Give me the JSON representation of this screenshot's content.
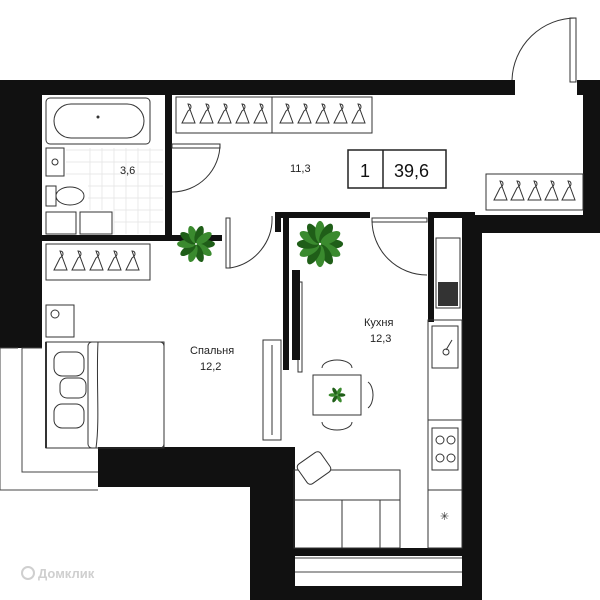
{
  "rooms": {
    "bathroom": {
      "area": "3,6"
    },
    "hallway": {
      "area": "11,3"
    },
    "bedroom": {
      "name": "Спальня",
      "area": "12,2"
    },
    "kitchen": {
      "name": "Кухня",
      "area": "12,3"
    }
  },
  "apartment": {
    "rooms_count": "1",
    "total_area": "39,6"
  },
  "watermark": "Домклик",
  "colors": {
    "wall": "#111111",
    "furniture_stroke": "#333333",
    "plant": "#3a8a2e",
    "plant_dark": "#1f5e18"
  }
}
